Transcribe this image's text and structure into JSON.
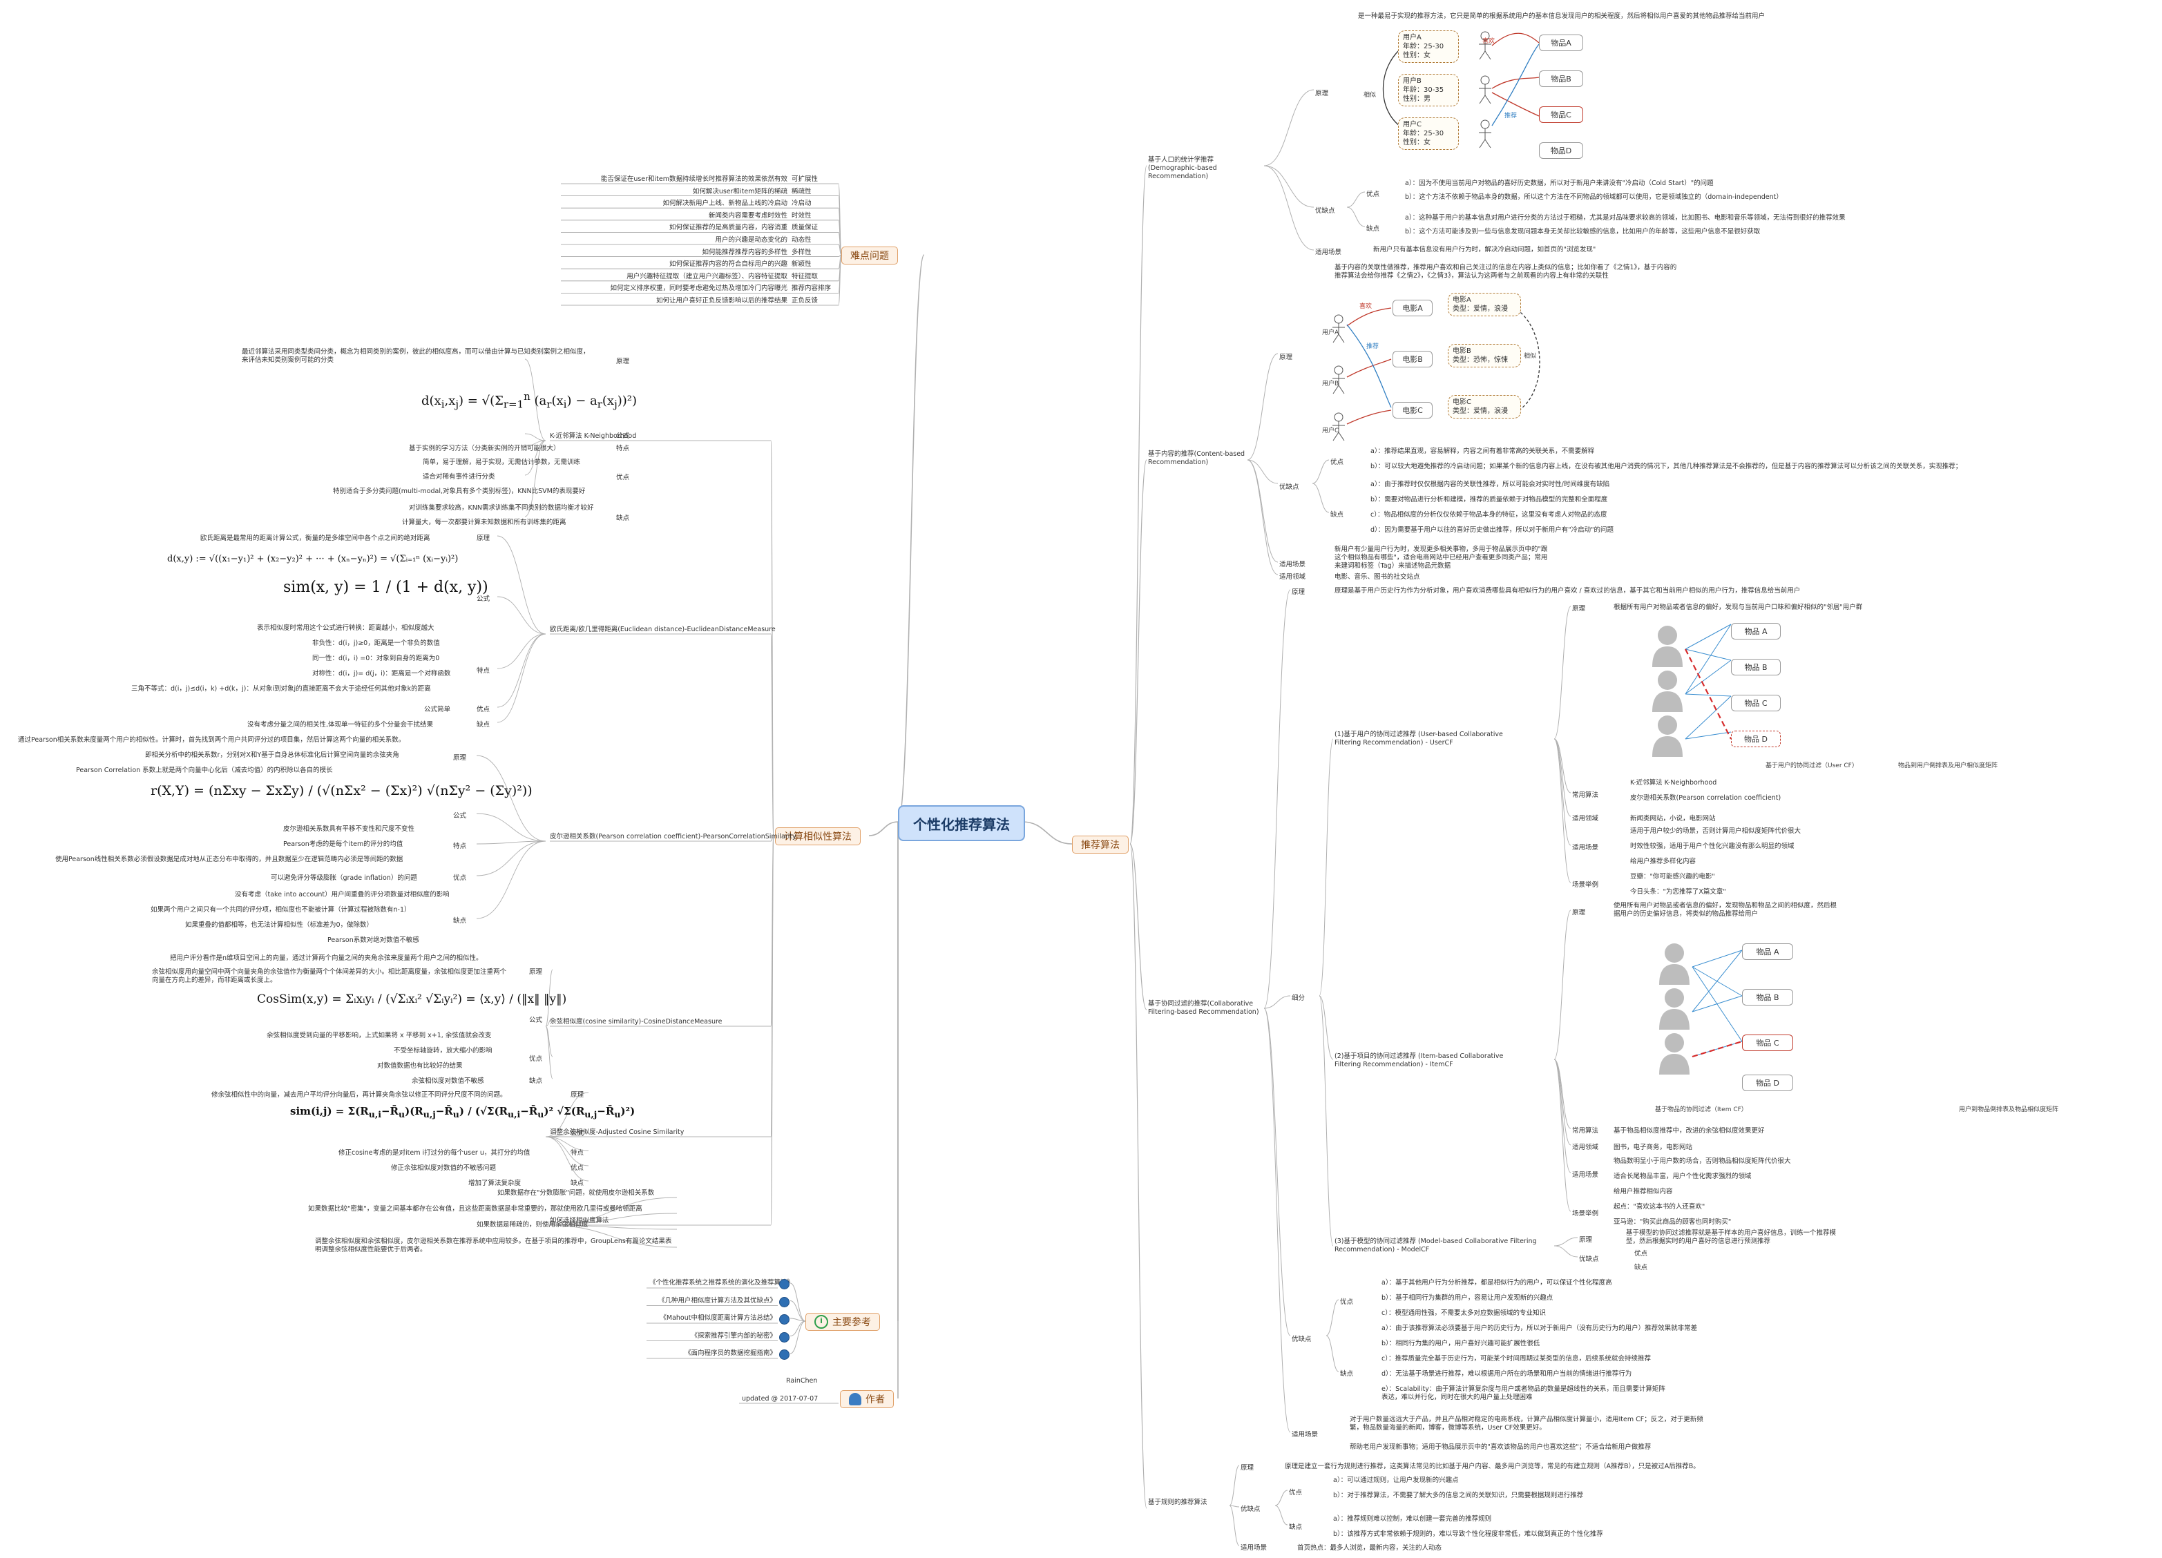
{
  "center_title": "个性化推荐算法",
  "topics": {
    "difficulty": "难点问题",
    "similarity": "计算相似性算法",
    "references": "主要参考",
    "author": "作者",
    "algorithms": "推荐算法"
  },
  "difficulty_items": [
    {
      "label": "可扩展性",
      "desc": "能否保证在user和item数据持续增长时推荐算法的效果依然有效"
    },
    {
      "label": "稀疏性",
      "desc": "如何解决user和item矩阵的稀疏"
    },
    {
      "label": "冷启动",
      "desc": "如何解决新用户上线、新物品上线的冷启动"
    },
    {
      "label": "时效性",
      "desc": "新闻类内容需要考虑时效性"
    },
    {
      "label": "质量保证",
      "desc": "如何保证推荐的是高质量内容，内容消重"
    },
    {
      "label": "动态性",
      "desc": "用户的兴趣是动态变化的"
    },
    {
      "label": "多样性",
      "desc": "如何能推荐推荐内容的多样性"
    },
    {
      "label": "新颖性",
      "desc": "如何保证推荐内容的符合自标用户的兴趣"
    },
    {
      "label": "特征提取",
      "desc": "用户兴趣特征提取（建立用户兴趣标签）、内容特征提取"
    },
    {
      "label": "推荐内容排序",
      "desc": "如何定义排序权重，同时要考虑避免过热及增加冷门内容曝光"
    },
    {
      "label": "正负反馈",
      "desc": "如何让用户喜好正负反馈影响以后的推荐结果"
    }
  ],
  "knn": {
    "name": "K-近邻算法 K-Neighborhood",
    "principle_label": "原理",
    "principle": "最近邻算法采用同类型类间分类，概念为相同类别的案例，彼此的相似度高，而可以借由计算与已知类别案例之相似度，来评估未知类别案例可能的分类",
    "formula_label": "公式",
    "feature_label": "特点",
    "feature": "基于实例的学习方法（分类新实例的开销可能很大）",
    "pros_label": "优点",
    "pros": [
      "简单，易于理解，易于实现，无需估计参数，无需训练",
      "适合对稀有事件进行分类",
      "特别适合于多分类问题(multi-modal,对象具有多个类别标签)，KNN比SVM的表现要好"
    ],
    "cons_label": "缺点",
    "cons": [
      "对训练集要求较高，KNN需求训练集不同类别的数据均衡才较好",
      "计算量大，每一次都要计算未知数据和所有训练集的距离"
    ]
  },
  "euclid": {
    "name": "欧氏距离/欧几里得距离(Euclidean distance)-EuclideanDistanceMeasure",
    "principle_label": "原理",
    "principle": "欧氏距离是最常用的距离计算公式，衡量的是多维空间中各个点之间的绝对距离",
    "formula_label": "公式",
    "formula_note": "表示相似度时常用这个公式进行转换：距离越小，相似度越大",
    "feature_label": "特点",
    "features": [
      "非负性：d(i，j)≥0，距离是一个非负的数值",
      "同一性：d(i，i) =0：对象到自身的距离为0",
      "对称性：d(i，j)= d(j，i)：距离是一个对称函数",
      "三角不等式：d(i，j)≤d(i，k) +d(k，j)：从对象i到对象j的直接距离不会大于途经任何其他对象k的距离"
    ],
    "pros_label": "优点",
    "pros": "公式简单",
    "cons_label": "缺点",
    "cons": "没有考虑分量之间的相关性,体现单一特征的多个分量会干扰结果"
  },
  "pearson": {
    "name": "皮尔逊相关系数(Pearson correlation coefficient)-PearsonCorrelationSimilarity",
    "principle_label": "原理",
    "principles": [
      "通过Pearson相关系数来度量两个用户的相似性。计算时，首先找到两个用户共同评分过的项目集，然后计算这两个向量的相关系数。",
      "即相关分析中的相关系数r，分别对X和Y基于自身总体标准化后计算空间向量的余弦夹角",
      "Pearson Correlation 系数上就是两个向量中心化后（减去均值）的内积除以各自的模长"
    ],
    "formula_label": "公式",
    "feature_label": "特点",
    "features": [
      "皮尔逊相关系数具有平移不变性和尺度不变性",
      "Pearson考虑的是每个item的评分的均值",
      "使用Pearson线性相关系数必须假设数据是成对地从正态分布中取得的，并且数据至少在逻辑范畴内必须是等间距的数据"
    ],
    "pros_label": "优点",
    "pros": "可以避免评分等级膨胀（grade inflation）的问题",
    "cons_label": "缺点",
    "cons": [
      "没有考虑（take into account）用户间重叠的评分项数量对相似度的影响",
      "如果两个用户之间只有一个共同的评分项，相似度也不能被计算（计算过程被除数有n-1）",
      "如果重叠的值都相等，也无法计算相似性（标准差为0，做除数）",
      "Pearson系数对绝对数值不敏感"
    ]
  },
  "cosine": {
    "name": "余弦相似度(cosine similarity)-CosineDistanceMeasure",
    "principle_label": "原理",
    "principles": [
      "把用户评分看作是n维项目空间上的向量，通过计算两个向量之间的夹角余弦来度量两个用户之间的相似性。",
      "余弦相似度用向量空间中两个向量夹角的余弦值作为衡量两个个体间差异的大小。相比距离度量，余弦相似度更加注重两个向量在方向上的差异，而非距离或长度上。"
    ],
    "formula_label": "公式",
    "formula_note": "余弦相似度受到向量的平移影响，上式如果将 x 平移到 x+1, 余弦值就会改变",
    "pros_label": "优点",
    "pros": [
      "不受坐标轴旋转，放大缩小的影响",
      "对数值数据也有比较好的结果"
    ],
    "cons_label": "缺点",
    "cons": "余弦相似度对数值不敏感"
  },
  "adjusted": {
    "name": "调整余弦相似度-Adjusted Cosine Similarity",
    "principle_label": "原理",
    "principle": "修余弦相似性中的向量，减去用户平均评分向量后，再计算夹角余弦以修正不同评分尺度不同的问题。",
    "formula_label": "公式",
    "feature_label": "特点",
    "feature": "修正cosine考虑的是对item i打过分的每个user u，其打分的均值",
    "pros_label": "优点",
    "pros": "修正余弦相似度对数值的不敏感问题",
    "cons_label": "缺点",
    "cons": "增加了算法复杂度"
  },
  "choose": {
    "name": "如何选择相似度算法",
    "items": [
      "如果数据存在\"分数膨胀\"问题，就使用皮尔逊相关系数",
      "如果数据比较\"密集\"，变量之间基本都存在公有值，且这些距离数据是非常重要的，那就使用欧几里得或曼哈顿距离",
      "如果数据是稀疏的，则使用余弦相似度",
      "调整余弦相似度和余弦相似度，皮尔逊相关系数在推荐系统中应用较多。在基于项目的推荐中，GroupLens有篇论文结果表明调整余弦相似度性能要优于后两者。"
    ]
  },
  "references": [
    "《个性化推荐系统之推荐系统的演化及推荐算法》",
    "《几种用户相似度计算方法及其优缺点》",
    "《Mahout中相似度距离计算方法总结》",
    "《探索推荐引擎内部的秘密》",
    "《面向程序员的数据挖掘指南》"
  ],
  "author": {
    "name": "RainChen",
    "updated": "updated @ 2017-07-07"
  },
  "demographic": {
    "name": "基于人口的统计学推荐(Demographic-based Recommendation)",
    "principle_label": "原理",
    "principle": "是一种最易于实现的推荐方法，它只是简单的根据系统用户的基本信息发现用户的相关程度，然后将相似用户喜爱的其他物品推荐给当前用户",
    "users": [
      {
        "name": "用户A",
        "age": "年龄：25-30",
        "gender": "性别：女"
      },
      {
        "name": "用户B",
        "age": "年龄：30-35",
        "gender": "性别：男"
      },
      {
        "name": "用户C",
        "age": "年龄：25-30",
        "gender": "性别：女"
      }
    ],
    "items": [
      "物品A",
      "物品B",
      "物品C",
      "物品D"
    ],
    "similar": "相似",
    "like": "喜欢",
    "recommend": "推荐",
    "pros_cons_label": "优缺点",
    "pros_label": "优点",
    "pros": [
      "a）：因为不使用当前用户对物品的喜好历史数据，所以对于新用户来讲没有\"冷启动（Cold Start）\"的问题",
      "b）：这个方法不依赖于物品本身的数据，所以这个方法在不同物品的领域都可以使用，它是领域独立的（domain-independent）"
    ],
    "cons_label": "缺点",
    "cons": [
      "a）：这种基于用户的基本信息对用户进行分类的方法过于粗糙，尤其是对品味要求较高的领域，比如图书、电影和音乐等领域，无法得到很好的推荐效果",
      "b）：这个方法可能涉及到一些与信息发现问题本身无关却比较敏感的信息，比如用户的年龄等，这些用户信息不是很好获取"
    ],
    "scene_label": "适用场景",
    "scene": "新用户只有基本信息没有用户行为时，解决冷启动问题，如首页的\"浏览发现\""
  },
  "content": {
    "name": "基于内容的推荐(Content-based Recommendation)",
    "principle_label": "原理",
    "principle": "基于内容的关联性做推荐，推荐用户喜欢和自己关注过的信息在内容上类似的信息；比如你看了《之情1》，基于内容的推荐算法会给你推荐《之情2》，《之情3》，算法认为这两者与之前观看的内容上有非常的关联性",
    "movies": [
      {
        "name": "电影A",
        "type": "类型：爱情，浪漫"
      },
      {
        "name": "电影B",
        "type": "类型：恐怖，惊悚"
      },
      {
        "name": "电影C",
        "type": "类型：爱情，浪漫"
      }
    ],
    "users": [
      "用户A",
      "用户B",
      "用户C"
    ],
    "similar": "相似",
    "like": "喜欢",
    "recommend": "推荐",
    "pros_cons_label": "优缺点",
    "pros_label": "优点",
    "pros": [
      "a）：推荐结果直观，容易解释，内容之间有着非常高的关联关系，不需要解释",
      "b）：可以较大地避免推荐的冷启动问题；如果某个新的信息内容上线，在没有被其他用户消费的情况下，其他几种推荐算法是不会推荐的，但是基于内容的推荐算法可以分析该之间的关联关系，实现推荐；"
    ],
    "cons_label": "缺点",
    "cons": [
      "a）：由于推荐时仅仅根据内容的关联性推荐，所以可能会对实时性/时间维度有缺陷",
      "b）：需要对物品进行分析和建模，推荐的质量依赖于对物品模型的完整和全面程度",
      "c）：物品相似度的分析仅仅依赖于物品本身的特征，这里没有考虑人对物品的态度",
      "d）：因为需要基于用户以往的喜好历史做出推荐，所以对于新用户有\"冷启动\"的问题"
    ],
    "scene_label": "适用场景",
    "scene": "新用户有少量用户行为时，发现更多相关事物，多用于物品展示页中的\"跟这个相似物品有哪些\"，适合电商网站中已经用户查看更多同类产品；常用来建词和标签（Tag）来描述物品元数据",
    "field_label": "适用领域",
    "field": "电影、音乐、图书的社交站点"
  },
  "cf": {
    "name": "基于协同过滤的推荐(Collaborative Filtering-based Recommendation)",
    "principle_label": "原理",
    "principle": "原理是基于用户历史行为作为分析对象，用户喜欢消费哪些具有相似行为的用户喜欢 / 喜欢过的信息，基于其它和当前用户相似的用户行为，推荐信息给当前用户",
    "subdivide_label": "细分",
    "user_cf": {
      "name": "(1)基于用户的协同过滤推荐 (User-based Collaborative Filtering Recommendation) - UserCF",
      "principle_label": "原理",
      "principle": "根据所有用户对物品或者信息的偏好，发现与当前用户口味和偏好相似的\"邻居\"用户群",
      "fig_caption": "基于用户的协同过滤（User CF）",
      "matrix_caption": "物品到用户倒排表及用户相似度矩阵",
      "algo_label": "常用算法",
      "algos": [
        "K-近邻算法 K-Neighborhood",
        "皮尔逊相关系数(Pearson correlation coefficient)"
      ],
      "field_label": "适用领域",
      "field": "新闻类网站，小说，电影网站",
      "scene_label": "适用场景",
      "scenes": [
        "适用于用户较少的场景，否则计算用户相似度矩阵代价很大",
        "时效性较强，适用于用户个性化兴趣没有那么明显的领域",
        "给用户推荐多样化内容"
      ],
      "example_label": "场景举例",
      "examples": [
        "豆瓣：\"你可能感兴趣的电影\"",
        "今日头条：\"为您推荐了X篇文章\""
      ]
    },
    "item_cf": {
      "name": "(2)基于项目的协同过滤推荐 (Item-based Collaborative Filtering Recommendation) - ItemCF",
      "principle_label": "原理",
      "principle": "使用所有用户对物品或者信息的偏好，发现物品和物品之间的相似度，然后根据用户的历史偏好信息，将类似的物品推荐给用户",
      "fig_caption": "基于物品的协同过滤（Item CF）",
      "matrix_caption": "用户到物品倒排表及物品相似度矩阵",
      "algo_label": "常用算法",
      "algo": "基于物品相似度推荐中，改进的余弦相似度效果更好",
      "field_label": "适用领域",
      "field": "图书，电子商务，电影网站",
      "scene_label": "适用场景",
      "scenes": [
        "物品数明显小于用户数的场合，否则物品相似度矩阵代价很大",
        "适合长尾物品丰富，用户个性化需求强烈的领域",
        "给用户推荐相似内容"
      ],
      "example_label": "场景举例",
      "examples": [
        "起点：\"喜欢这本书的人还喜欢\"",
        "亚马逊：\"购买此商品的顾客也同时购买\""
      ]
    },
    "model_cf": {
      "name": "(3)基于模型的协同过滤推荐 (Model-based Collaborative Filtering Recommendation) - ModelCF",
      "principle_label": "原理",
      "principle": "基于模型的协同过滤推荐就是基于样本的用户喜好信息，训练一个推荐模型，然后根据实时的用户喜好的信息进行预测推荐",
      "pros_cons_label": "优缺点",
      "pros_label": "优点",
      "cons_label": "缺点"
    },
    "pros_cons_label": "优缺点",
    "pros_label": "优点",
    "pros": [
      "a）：基于其他用户行为分析推荐，都是相似行为的用户，可以保证个性化程度高",
      "b）：基于相同行为集群的用户，容易让用户发现新的兴趣点",
      "c）：模型通用性强，不需要太多对应数据领域的专业知识"
    ],
    "cons_label": "缺点",
    "cons": [
      "a）：由于该推荐算法必须要基于用户的历史行为，所以对于新用户（没有历史行为的用户）推荐效果就非常差",
      "b）：相同行为集的用户，用户喜好兴趣可能扩展性很低",
      "c）：推荐质量完全基于历史行为，可能某个时间周期过某类型的信息，后续系统就会持续推荐",
      "d）：无法基于场景进行推荐，难以根据用户所在的场景和用户当前的情绪进行推荐行为",
      "e）：Scalability：由于算法计算复杂度与用户或者物品的数量是超线性的关系，而且需要计算矩阵表达，难以并行化，同时在很大的用户量上处理困难"
    ],
    "scene_label": "适用场景",
    "scenes": [
      "对于用户数量远远大于产品，并且产品相对稳定的电商系统，计算产品相似度计算量小，适用Item CF；反之，对于更新频繁，物品数量海量的新闻，博客，微博等系统，User CF效果更好。",
      "帮助老用户发现新事物；适用于物品展示页中的\"喜欢该物品的用户也喜欢这些\"；不适合给新用户做推荐"
    ]
  },
  "rule": {
    "name": "基于规则的推荐算法",
    "principle_label": "原理",
    "principle": "原理是建立一套行为规则进行推荐，这类算法常见的比如基于用户内容、最多用户浏览等，常见的有建立规则（A推荐B），只是被过A后推荐B。",
    "pros_cons_label": "优缺点",
    "pros_label": "优点",
    "pros": [
      "a）：可以通过规则，让用户发现新的兴趣点",
      "b）：对于推荐算法，不需要了解大多的信息之间的关联知识，只需要根据规则进行推荐"
    ],
    "cons_label": "缺点",
    "cons": [
      "a）：推荐规则难以控制，难以创建一套完善的推荐规则",
      "b）：该推荐方式非常依赖于规则的，难以导致个性化程度非常低，难以做到真正的个性化推荐"
    ],
    "scene_label": "适用场景",
    "scene": "首页热点：最多人浏览，最新内容，关注的人动态"
  }
}
